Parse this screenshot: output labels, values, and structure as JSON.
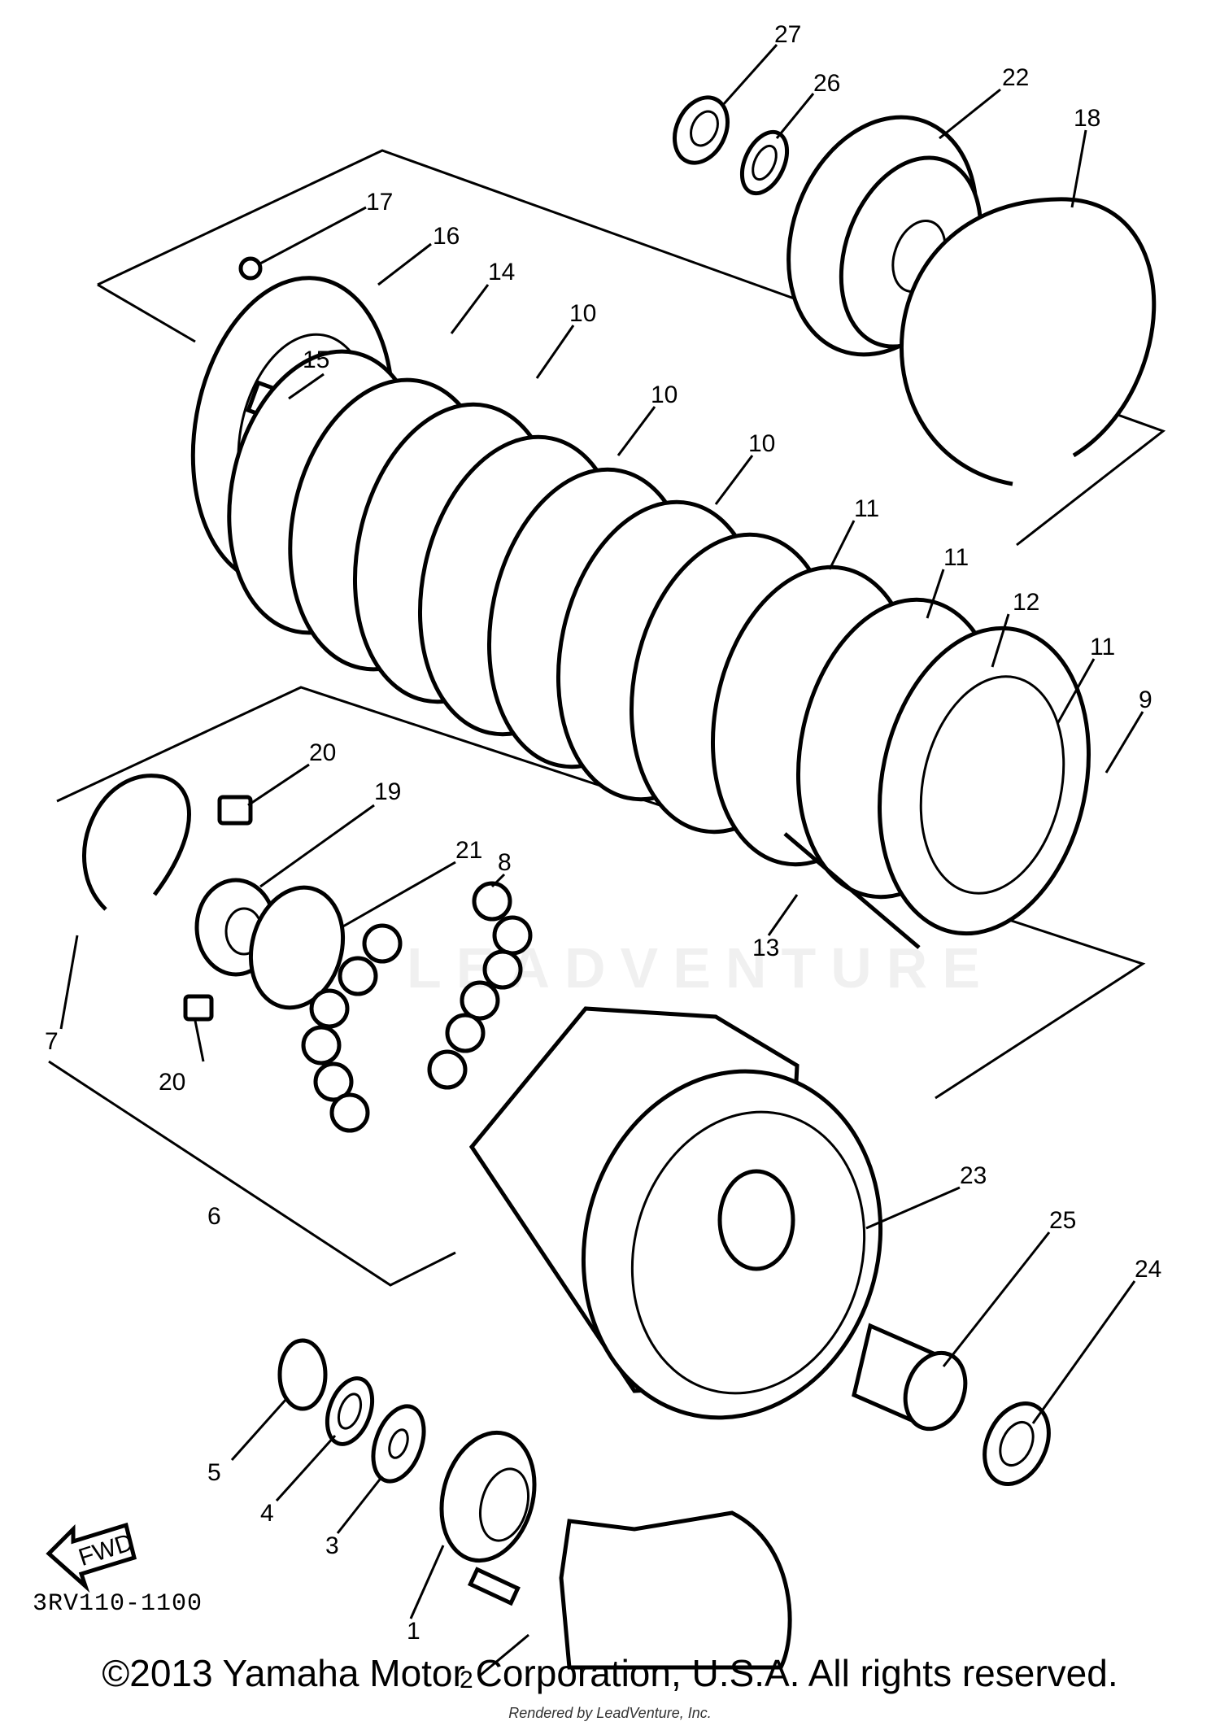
{
  "callouts": {
    "c1": "1",
    "c2": "2",
    "c3": "3",
    "c4": "4",
    "c5": "5",
    "c6": "6",
    "c7": "7",
    "c8": "8",
    "c9": "9",
    "c10a": "10",
    "c10b": "10",
    "c10c": "10",
    "c11a": "11",
    "c11b": "11",
    "c11c": "11",
    "c12": "12",
    "c13": "13",
    "c14": "14",
    "c15": "15",
    "c16": "16",
    "c17": "17",
    "c18": "18",
    "c19": "19",
    "c20a": "20",
    "c20b": "20",
    "c21": "21",
    "c22": "22",
    "c23": "23",
    "c24": "24",
    "c25": "25",
    "c26": "26",
    "c27": "27"
  },
  "fwd_label": "FWD",
  "ref_code": "3RV110-1100",
  "watermark": "LEADVENTURE",
  "copyright": "©2013 Yamaha Motor Corporation, U.S.A. All rights reserved.",
  "rendered_by": "Rendered by LeadVenture, Inc."
}
